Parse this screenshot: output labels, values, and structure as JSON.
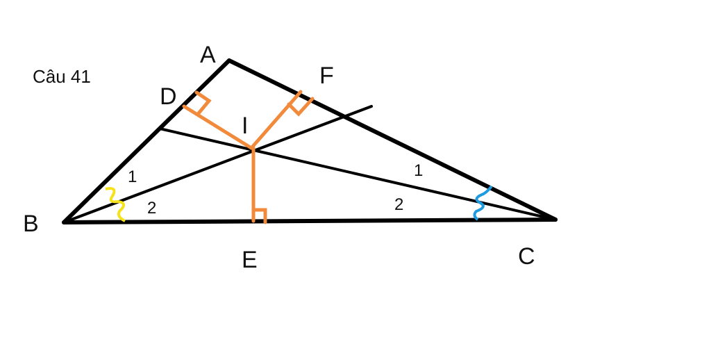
{
  "title": "Câu 41",
  "points": {
    "A": "A",
    "B": "B",
    "C": "C",
    "D": "D",
    "E": "E",
    "F": "F",
    "I": "I"
  },
  "angle_labels": {
    "B1": "1",
    "B2": "2",
    "C1": "1",
    "C2": "2"
  },
  "colors": {
    "lines": "#000000",
    "perpendiculars": "#f28a3c",
    "angle_B_mark": "#f5e21b",
    "angle_C_mark": "#1e9be0"
  }
}
